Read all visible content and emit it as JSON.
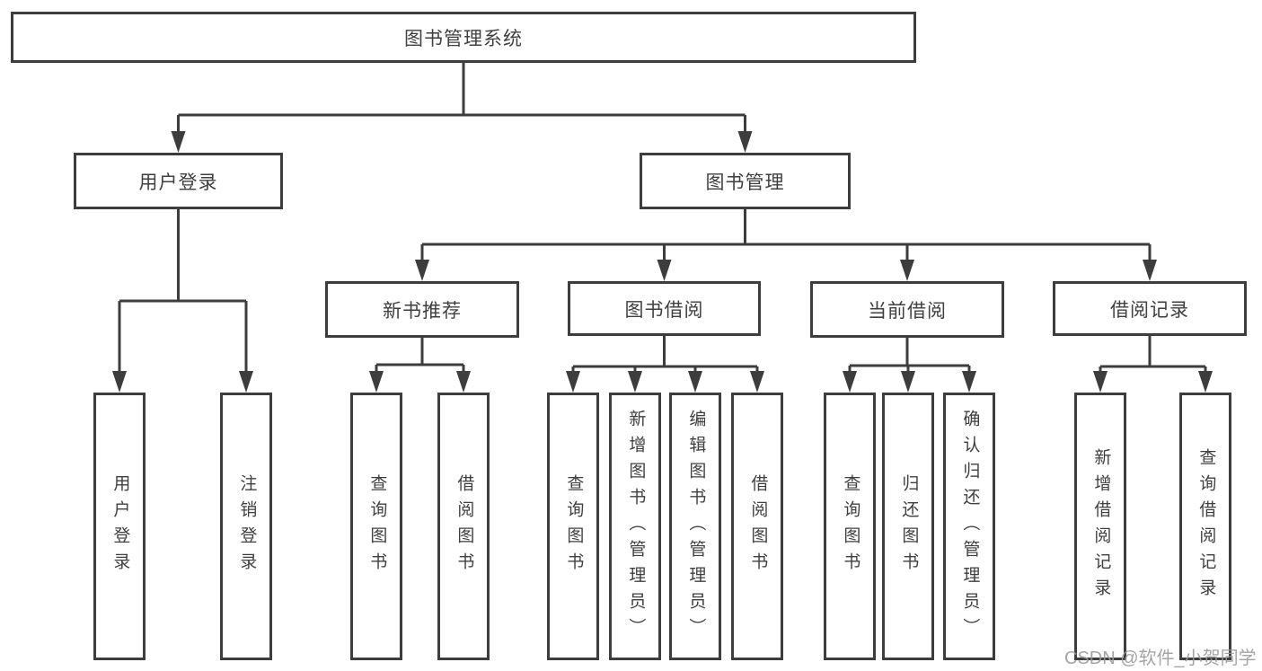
{
  "colors": {
    "line": "#3d3d3d",
    "box_border": "#3d3d3d",
    "box_fill": "#ffffff",
    "label_text": "#3f3f3f",
    "watermark_text": "#9b9b9b",
    "background": "#ffffff"
  },
  "diagram": {
    "tree": {
      "label": "图书管理系统",
      "children": [
        {
          "label": "用户登录",
          "children": [
            {
              "label": "用户登录"
            },
            {
              "label": "注销登录"
            }
          ]
        },
        {
          "label": "图书管理",
          "children": [
            {
              "label": "新书推荐",
              "children": [
                {
                  "label": "查询图书"
                },
                {
                  "label": "借阅图书"
                }
              ]
            },
            {
              "label": "图书借阅",
              "children": [
                {
                  "label": "查询图书"
                },
                {
                  "label": "新增图书（管理员）"
                },
                {
                  "label": "编辑图书（管理员）"
                },
                {
                  "label": "借阅图书"
                }
              ]
            },
            {
              "label": "当前借阅",
              "children": [
                {
                  "label": "查询图书"
                },
                {
                  "label": "归还图书"
                },
                {
                  "label": "确认归还（管理员）"
                }
              ]
            },
            {
              "label": "借阅记录",
              "children": [
                {
                  "label": "新增借阅记录"
                },
                {
                  "label": "查询借阅记录"
                }
              ]
            }
          ]
        }
      ]
    }
  },
  "watermark": {
    "text": "CSDN @软件_小贺同学"
  }
}
